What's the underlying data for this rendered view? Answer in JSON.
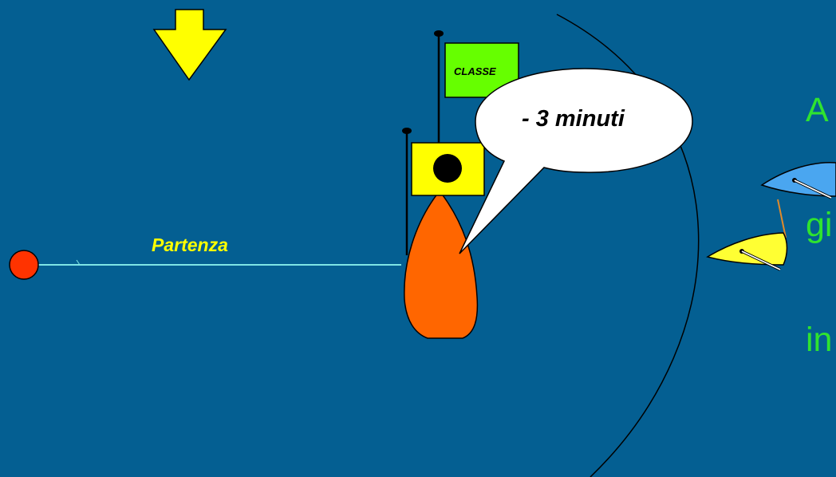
{
  "labels": {
    "start_line": "Partenza",
    "signal_bubble": "- 3 minuti",
    "class_flag": "CLASSE",
    "side_text_lines": [
      "A",
      "gi",
      "in"
    ]
  },
  "colors": {
    "background": "#045f92",
    "wind_arrow": "#ffff00",
    "committee_boat": "#ff6600",
    "class_flag": "#66ff00",
    "preparatory_flag": "#ffff00",
    "start_buoy": "#ff3300",
    "start_line": "#7fe6e6",
    "side_text": "#2fe32f",
    "boat_blue": "#4aa6f0",
    "boat_yellow": "#ffff33"
  },
  "icons": [
    "wind-arrow-icon",
    "committee-boat-icon",
    "buoy-icon",
    "sailboat-icon"
  ]
}
